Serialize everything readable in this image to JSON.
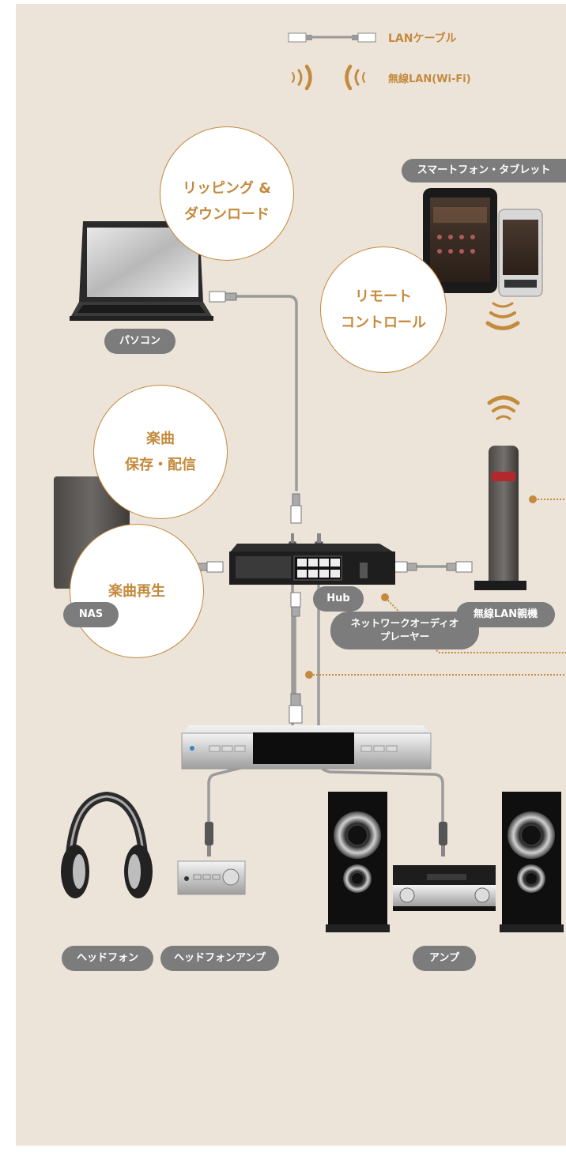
{
  "legend": {
    "lan_cable": "LANケーブル",
    "wifi": "無線LAN(Wi-Fi)"
  },
  "bubbles": {
    "rip_download": [
      "リッピング &",
      "ダウンロード"
    ],
    "remote": [
      "リモート",
      "コントロール"
    ],
    "storage": [
      "楽曲",
      "保存・配信"
    ],
    "playback": [
      "楽曲再生"
    ]
  },
  "labels": {
    "smartphone_tablet": "スマートフォン・タブレット",
    "pc": "パソコン",
    "nas": "NAS",
    "hub": "Hub",
    "wireless_router": "無線LAN親機",
    "network_player": "ネットワークオーディオ\nプレーヤー",
    "headphones": "ヘッドフォン",
    "headphone_amp": "ヘッドフォンアンプ",
    "amp": "アンプ"
  },
  "colors": {
    "background": "#ece3d9",
    "accent": "#c48a3d",
    "label_bg": "#7c7c7c",
    "cable": "#9a9a9a",
    "dotted_line": "#c48a3d"
  },
  "icons": [
    "lan-cable-icon",
    "wifi-icon",
    "laptop-icon",
    "tablet-icon",
    "smartphone-icon",
    "nas-icon",
    "hub-icon",
    "router-icon",
    "network-player-icon",
    "headphones-icon",
    "headphone-amp-icon",
    "speaker-icon",
    "amp-icon"
  ]
}
